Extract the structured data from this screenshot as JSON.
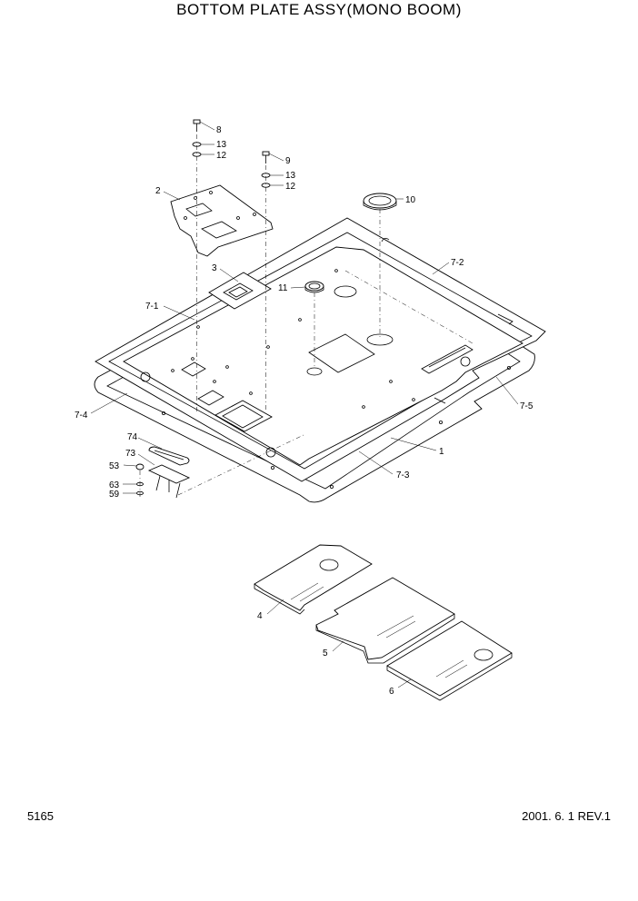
{
  "header": {
    "title": "BOTTOM PLATE ASSY(MONO BOOM)"
  },
  "footer": {
    "page_number": "5165",
    "revision": "2001. 6. 1 REV.1"
  },
  "callouts": {
    "c8": "8",
    "c13a": "13",
    "c12a": "12",
    "c9": "9",
    "c13b": "13",
    "c12b": "12",
    "c2": "2",
    "c10": "10",
    "c3": "3",
    "c7_2": "7-2",
    "c11": "11",
    "c7_1": "7-1",
    "c7_4": "7-4",
    "c7_5": "7-5",
    "c1": "1",
    "c7_3": "7-3",
    "c74": "74",
    "c73": "73",
    "c53": "53",
    "c63": "63",
    "c59": "59",
    "c4": "4",
    "c5": "5",
    "c6": "6"
  }
}
